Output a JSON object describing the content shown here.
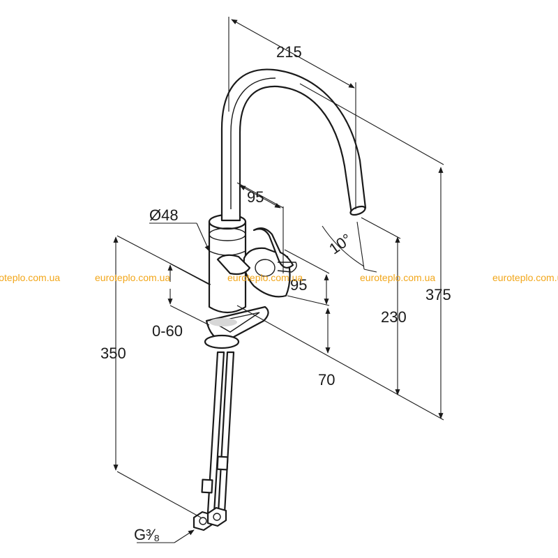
{
  "dimensions": {
    "width_215": "215",
    "diameter_48": "Ø48",
    "lever_95_top": "95",
    "lever_95_side": "95",
    "angle_10": "10°",
    "height_375": "375",
    "height_230": "230",
    "height_350": "350",
    "range_0_60": "0-60",
    "height_70": "70",
    "thread": "G³⁄₈"
  },
  "watermarks": [
    "euroteplo.com.ua",
    "euroteplo.com.ua",
    "euroteplo.com.ua",
    "euroteplo.com.ua",
    "euroteplo.com.ua"
  ],
  "colors": {
    "line": "#1a1a1a",
    "watermark": "#f2a619",
    "background": "#ffffff"
  }
}
